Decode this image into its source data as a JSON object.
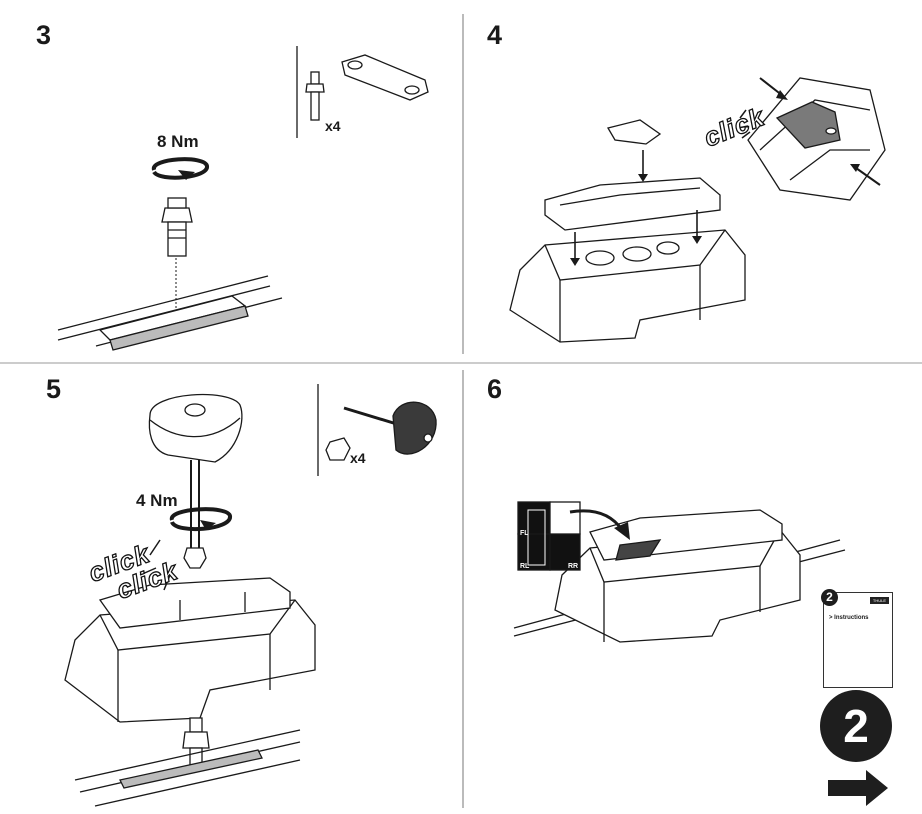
{
  "steps": [
    {
      "number": "3",
      "torque": "8 Nm",
      "quantity": "x4"
    },
    {
      "number": "4",
      "click_text": "click"
    },
    {
      "number": "5",
      "torque": "4 Nm",
      "quantity": "x4",
      "click_text_1": "click",
      "click_text_2": "click"
    },
    {
      "number": "6",
      "position_tags": [
        "FL",
        "RL",
        "RR"
      ],
      "card": {
        "number": "2",
        "title": "> Instructions",
        "brand": "THULE"
      },
      "next_booklet": "2"
    }
  ],
  "colors": {
    "line": "#1a1a1a",
    "part_fill": "#ffffff",
    "dark": "#1e1e1e",
    "grey": "#7a7a7a",
    "divider": "#9a9a9a"
  },
  "icons": [
    "rotation-arrow-icon",
    "next-arrow-icon",
    "press-arrow-icon"
  ]
}
